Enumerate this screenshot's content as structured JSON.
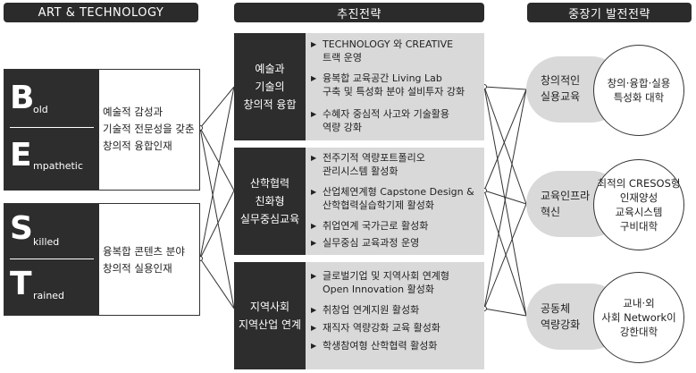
{
  "headers": {
    "left": "ART & TECHNOLOGY",
    "middle": "추진전략",
    "right": "중장기 발전전략"
  },
  "talent_groups": [
    {
      "letters": [
        {
          "letter": "B",
          "rest": "old"
        },
        {
          "letter": "E",
          "rest": "mpathetic"
        }
      ],
      "description": [
        "예술적 감성과",
        "기술적 전문성을 갖춘",
        "창의적 융합인재"
      ]
    },
    {
      "letters": [
        {
          "letter": "S",
          "rest": "killed"
        },
        {
          "letter": "T",
          "rest": "rained"
        }
      ],
      "description": [
        "융복합 콘텐츠 분야",
        "창의적 실용인재"
      ]
    }
  ],
  "strategies": [
    {
      "label": [
        "예술과",
        "기술의",
        "창의적 융합"
      ],
      "items": [
        [
          "TECHNOLOGY 와 CREATIVE",
          "트랙 운영"
        ],
        [
          "융복합 교육공간 Living Lab",
          "구축 및 특성화 분야 설비투자 강화"
        ],
        [
          "수혜자 중심적 사고와 기술활용",
          "역량 강화"
        ]
      ]
    },
    {
      "label": [
        "산학협력",
        "친화형",
        "실무중심교육"
      ],
      "items": [
        [
          "전주기적 역량포트폴리오",
          "관리시스템 활성화"
        ],
        [
          "산업체연계형 Capstone Design &",
          "산학협력실습학기제 활성화"
        ],
        [
          "취업연계 국가근로 활성화"
        ],
        [
          "실무중심 교육과정 운영"
        ]
      ]
    },
    {
      "label": [
        "지역사회",
        "지역산업 연계"
      ],
      "items": [
        [
          "글로벌기업 및 지역사회 연계형",
          "Open Innovation 활성화"
        ],
        [
          "취창업 연계지원 활성화"
        ],
        [
          "재직자 역량강화 교육 활성화"
        ],
        [
          "학생참여형 산학협력 활성화"
        ]
      ]
    }
  ],
  "development": [
    {
      "label": [
        "창의적인",
        "실용교육"
      ],
      "goal": [
        "창의·융합·실용",
        "특성화 대학"
      ]
    },
    {
      "label": [
        "교육인프라",
        "혁신"
      ],
      "goal": [
        "최적의 CRESOS형",
        "인재양성",
        "교육시스템",
        "구비대학"
      ]
    },
    {
      "label": [
        "공동체",
        "역량강화"
      ],
      "goal": [
        "교내·외",
        "사회 Network이",
        "강한대학"
      ]
    }
  ]
}
